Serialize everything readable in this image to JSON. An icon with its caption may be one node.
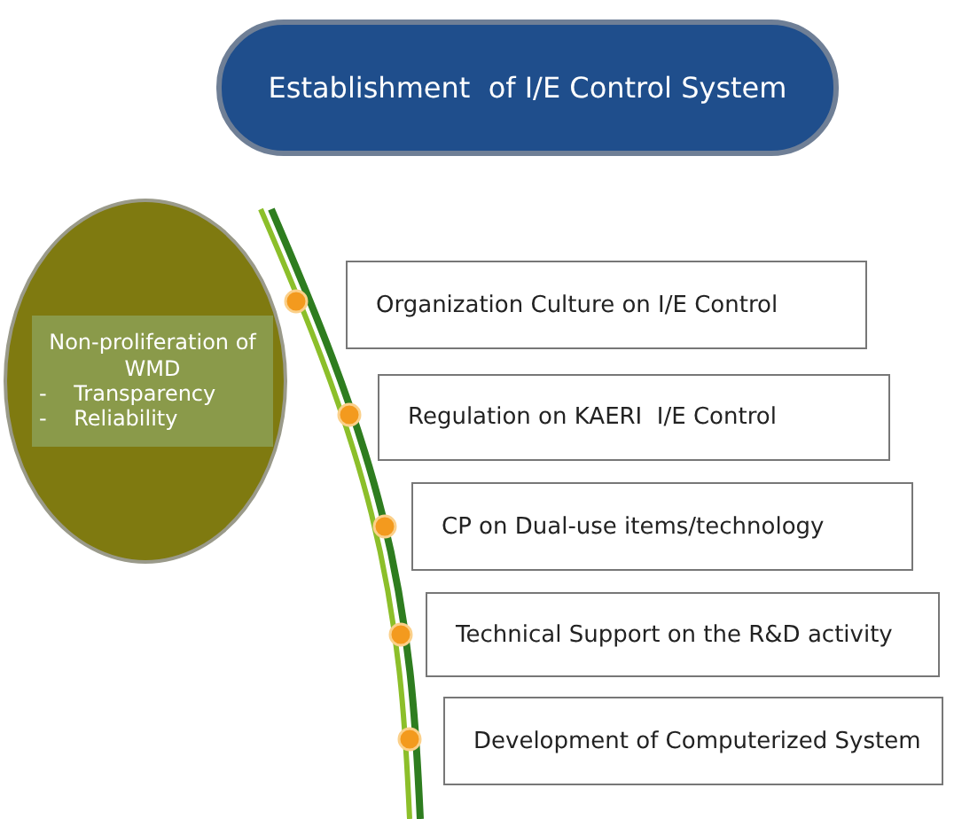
{
  "diagram": {
    "nodes": [
      {
        "text": [
          "Establishment  of I/E Control System"
        ]
      },
      {
        "text": [
          "Non-proliferation of WMD",
          "-    Transparency",
          "-    Reliability"
        ]
      },
      {
        "text": [
          "Organization Culture on I/E Control"
        ]
      },
      {
        "text": [
          "Regulation on KAERI  I/E Control"
        ]
      },
      {
        "text": [
          "CP on Dual-use items/technology"
        ]
      },
      {
        "text": [
          "Technical Support on the R&D activity"
        ]
      },
      {
        "text": [
          "Development of Computerized System"
        ]
      }
    ]
  }
}
